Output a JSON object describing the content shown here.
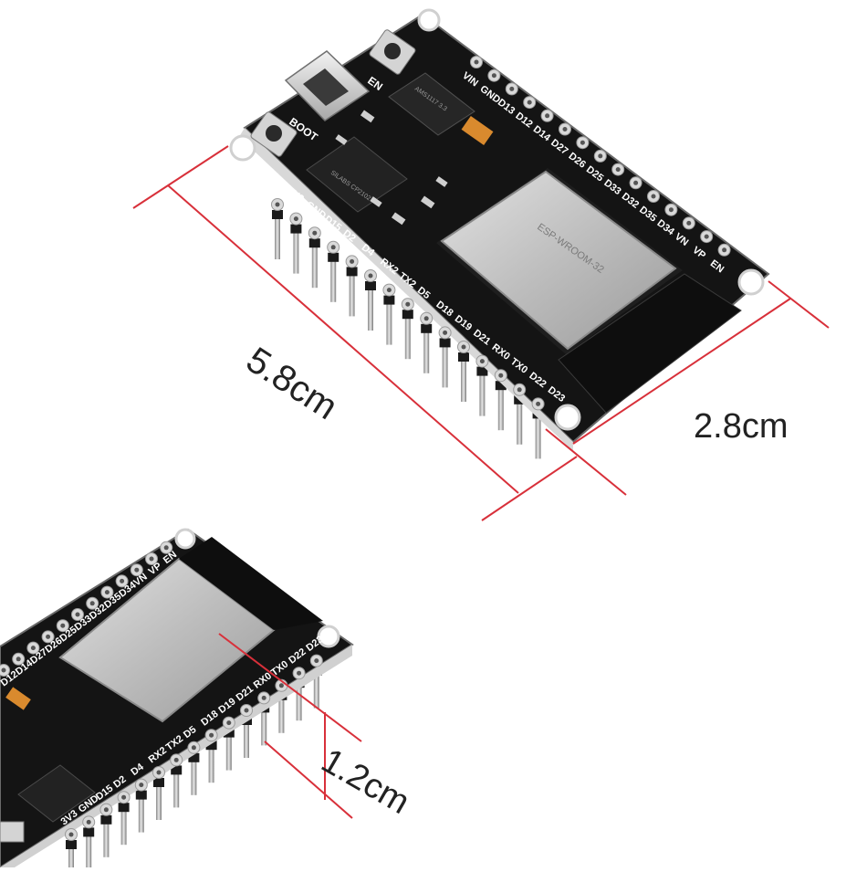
{
  "dimensions": {
    "length": "5.8cm",
    "width": "2.8cm",
    "height": "1.2cm"
  },
  "board": {
    "pins_left": [
      "VIN",
      "GND",
      "D13",
      "D12",
      "D14",
      "D27",
      "D26",
      "D25",
      "D33",
      "D32",
      "D35",
      "D34",
      "VN",
      "VP",
      "EN"
    ],
    "pins_right": [
      "3V3",
      "GND",
      "D15",
      "D2",
      "D4",
      "RX2",
      "TX2",
      "D5",
      "D18",
      "D19",
      "D21",
      "RX0",
      "TX0",
      "D22",
      "D23"
    ],
    "buttons": [
      "EN",
      "BOOT"
    ],
    "chips": {
      "usb_uart": "SILABS CP2102",
      "regulator": "AMS1117 3.3",
      "module": "ESP-WROOM-32"
    }
  },
  "colors": {
    "pcb": "#141414",
    "shield": "#b9b9b9",
    "dimension_line": "#d8303a",
    "pin_label": "#ffffff"
  }
}
